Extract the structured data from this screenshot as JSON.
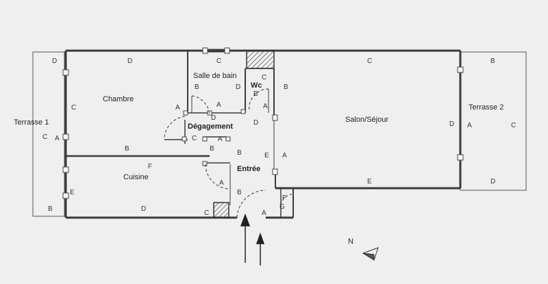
{
  "rooms": {
    "terrasse1": "Terrasse 1",
    "chambre": "Chambre",
    "salle_de_bain": "Salle de bain",
    "wc": "Wc",
    "degagement": "Dégagement",
    "salon": "Salon/Séjour",
    "terrasse2": "Terrasse 2",
    "cuisine": "Cuisine",
    "entree": "Entrée"
  },
  "compass": {
    "north": "N"
  },
  "wall_codes": {
    "t1_d": "D",
    "t1_c": "C",
    "t1_b": "B",
    "ch_d": "D",
    "ch_c": "C",
    "ch_a": "A",
    "ch_b": "B",
    "sdb_c": "C",
    "sdb_b": "B",
    "sdb_a": "A",
    "sdb_d": "D",
    "wc_c": "C",
    "wc_b": "B",
    "wc_a": "A",
    "wc_d": "D",
    "deg_a": "A",
    "deg_c": "C",
    "deg_d": "D",
    "deg_b": "B",
    "deg_a2": "A",
    "sal_c": "C",
    "sal_b": "B",
    "sal_d": "D",
    "sal_e": "E",
    "t2_b": "B",
    "t2_a": "A",
    "t2_c": "C",
    "t2_d": "D",
    "cu_f": "F",
    "cu_e": "E",
    "cu_d": "D",
    "cu_c": "C",
    "en_e": "E",
    "en_a": "A",
    "en_b": "B",
    "en_a2": "A",
    "en_b2": "B",
    "en_a3": "A",
    "en_f": "F",
    "en_g": "G"
  }
}
